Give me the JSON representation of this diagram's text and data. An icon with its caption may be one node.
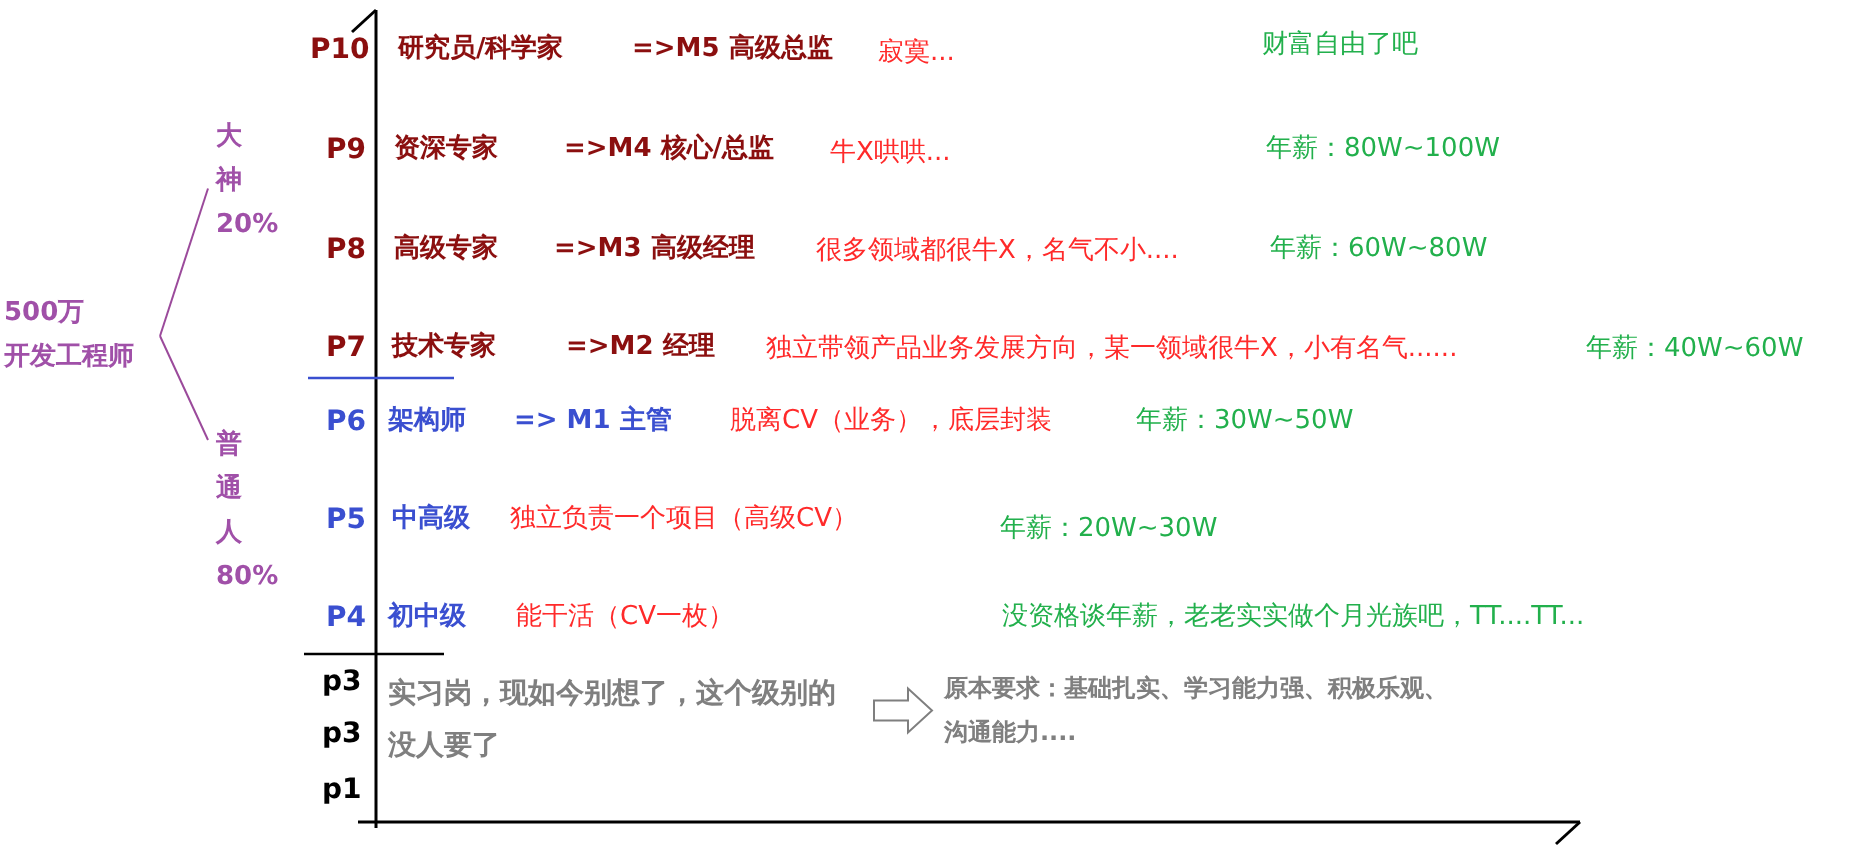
{
  "diagram": {
    "nodes": [
      {
        "text": [
          "500万",
          "开发工程师"
        ]
      },
      {
        "text": [
          "大神",
          "20%"
        ]
      },
      {
        "text": [
          "普通人",
          "80%"
        ]
      },
      {
        "text": [
          "实习岗，现如今别想了，这个级别的没人要了"
        ]
      },
      {
        "text": [
          "原本要求：基础扎实、学习能力强、积极乐观、沟通能力...."
        ]
      }
    ],
    "edges": [
      {
        "from": 0,
        "to": 1,
        "arrow": "none"
      },
      {
        "from": 0,
        "to": 2,
        "arrow": "none"
      },
      {
        "from": 3,
        "to": 4,
        "arrow": "to",
        "color": "#7f7f7f"
      }
    ],
    "labels": [
      "P10",
      "研究员/科学家",
      "=>M5 高级总监",
      "寂寞...",
      "财富自由了吧",
      "P9",
      "资深专家",
      "=>M4 核心/总监",
      "牛X哄哄...",
      "年薪：80W~100W",
      "P8",
      "高级专家",
      "=>M3 高级经理",
      "很多领域都很牛X，名气不小....",
      "年薪：60W~80W",
      "P7",
      "技术专家",
      "=>M2 经理",
      "独立带领产品业务发展方向，某一领域很牛X，小有名气......",
      "年薪：40W~60W",
      "P6",
      "架构师",
      "=> M1 主管",
      "脱离CV（业务），底层封装",
      "年薪：30W~50W",
      "P5",
      "中高级",
      "独立负责一个项目（高级CV）",
      "年薪：20W~30W",
      "P4",
      "初中级",
      "能干活（CV一枚）",
      "没资格谈年薪，老老实实做个月光族吧，TT....TT...",
      "p3",
      "p3",
      "p1"
    ]
  }
}
